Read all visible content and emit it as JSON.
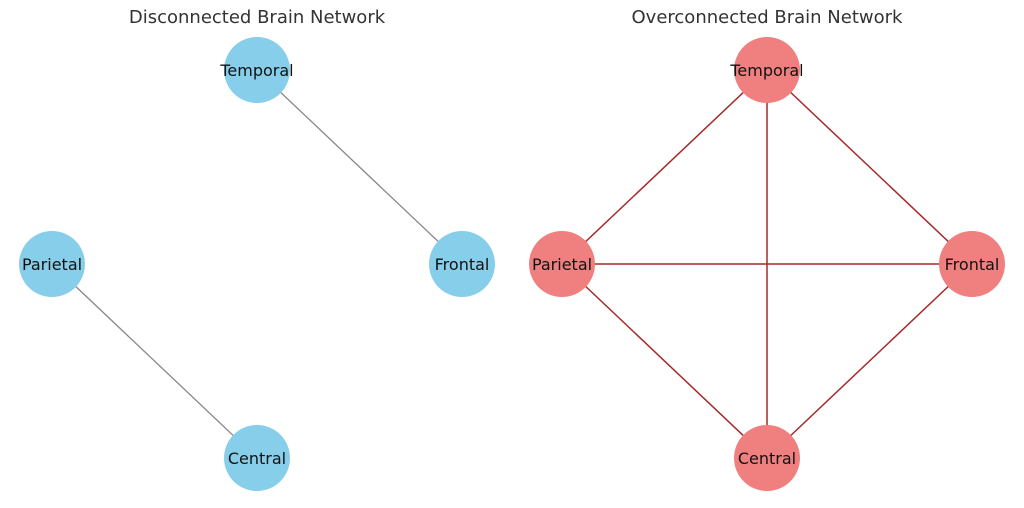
{
  "panels": {
    "left": {
      "title": "Disconnected Brain Network",
      "node_color": "#87ceeb",
      "edge_color": "#888888",
      "nodes": {
        "temporal": "Temporal",
        "parietal": "Parietal",
        "frontal": "Frontal",
        "central": "Central"
      },
      "edges": [
        [
          "Temporal",
          "Frontal"
        ],
        [
          "Parietal",
          "Central"
        ]
      ]
    },
    "right": {
      "title": "Overconnected Brain Network",
      "node_color": "#f08080",
      "edge_color": "#a52a2a",
      "nodes": {
        "temporal": "Temporal",
        "parietal": "Parietal",
        "frontal": "Frontal",
        "central": "Central"
      },
      "edges": [
        [
          "Temporal",
          "Parietal"
        ],
        [
          "Temporal",
          "Frontal"
        ],
        [
          "Temporal",
          "Central"
        ],
        [
          "Parietal",
          "Frontal"
        ],
        [
          "Parietal",
          "Central"
        ],
        [
          "Frontal",
          "Central"
        ]
      ]
    }
  }
}
